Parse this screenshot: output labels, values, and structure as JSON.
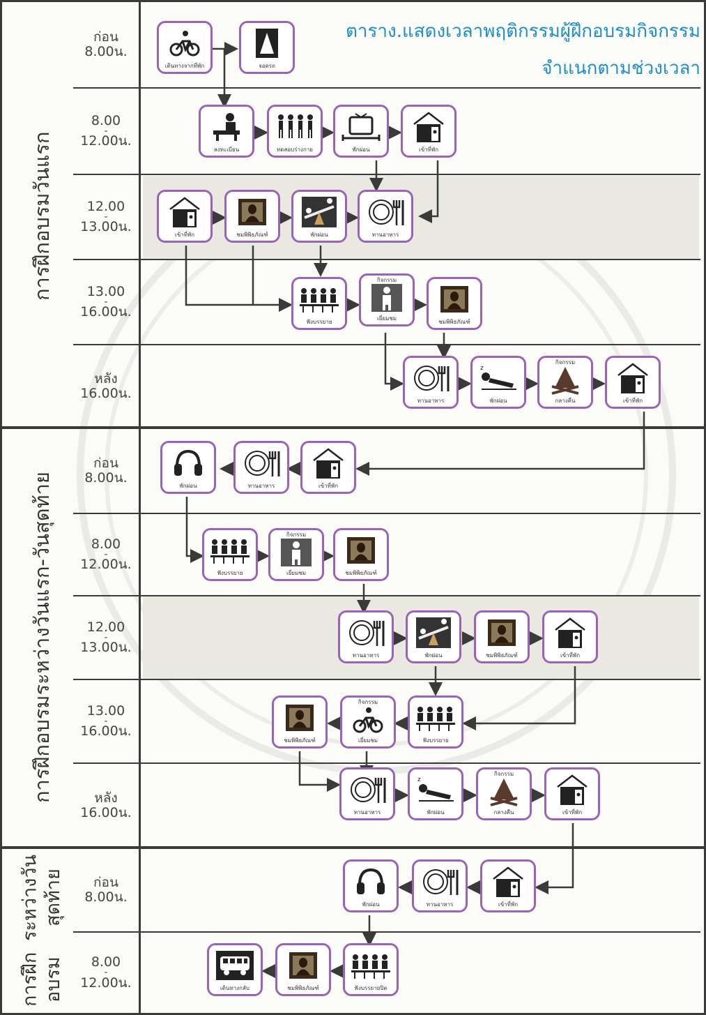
{
  "title": {
    "line1": "ตาราง.แสดงเวลาพฤติกรรมผู้ฝึกอบรมกิจกรรม",
    "line2": "จำแนกตามช่วงเวลา"
  },
  "sections": [
    {
      "label": "การฝึกอบรมวันแรก"
    },
    {
      "label": "การฝึกอบรมระหว่างวันแรก-วันสุดท้าย"
    },
    {
      "label_line1": "การฝึกอบรม",
      "label_line2": "ระหว่างวันสุดท้าย"
    }
  ],
  "times": [
    {
      "a": "ก่อน",
      "b": "8.00น."
    },
    {
      "a": "8.00",
      "b": "12.00น."
    },
    {
      "a": "12.00",
      "b": "13.00น."
    },
    {
      "a": "13.00",
      "b": "16.00น."
    },
    {
      "a": "หลัง",
      "b": "16.00น."
    },
    {
      "a": "ก่อน",
      "b": "8.00น."
    },
    {
      "a": "8.00",
      "b": "12.00น."
    },
    {
      "a": "12.00",
      "b": "13.00น."
    },
    {
      "a": "13.00",
      "b": "16.00น."
    },
    {
      "a": "หลัง",
      "b": "16.00น."
    },
    {
      "a": "ก่อน",
      "b": "8.00น."
    },
    {
      "a": "8.00",
      "b": "12.00น."
    }
  ],
  "nodes": {
    "n1": {
      "label": "เดินทางจากที่พัก",
      "icon": "bicycle-icon"
    },
    "n2": {
      "label": "จอดรถ",
      "icon": "parking-icon"
    },
    "n3": {
      "label": "ลงทะเบียน",
      "icon": "registration-icon"
    },
    "n4": {
      "label": "ทดสอบร่างกาย",
      "icon": "exercise-icon"
    },
    "n5": {
      "label": "พักผ่อน",
      "icon": "tv-icon"
    },
    "n6": {
      "label": "เข้าที่พัก",
      "icon": "house-icon"
    },
    "n7": {
      "label": "เข้าที่พัก",
      "icon": "house-icon"
    },
    "n8": {
      "label": "ชมพิพิธภัณฑ์",
      "icon": "painting-icon"
    },
    "n9": {
      "label": "พักผ่อน",
      "icon": "seesaw-icon"
    },
    "n10": {
      "label": "ทานอาหาร",
      "icon": "dining-icon"
    },
    "n11": {
      "label": "ฟังบรรยาย",
      "icon": "lecture-icon"
    },
    "n12": {
      "label": "เยี่ยมชม",
      "tag": "กิจกรรม",
      "icon": "activity-icon"
    },
    "n13": {
      "label": "ชมพิพิธภัณฑ์",
      "icon": "painting-icon"
    },
    "n14": {
      "label": "ทานอาหาร",
      "icon": "dining-icon"
    },
    "n15": {
      "label": "พักผ่อน",
      "icon": "sleep-icon"
    },
    "n16": {
      "label": "กลางคืน",
      "tag": "กิจกรรม",
      "icon": "campfire-icon"
    },
    "n17": {
      "label": "เข้าที่พัก",
      "icon": "house-icon"
    },
    "n18": {
      "label": "เข้าที่พัก",
      "icon": "house-icon"
    },
    "n19": {
      "label": "ทานอาหาร",
      "icon": "dining-icon"
    },
    "n20": {
      "label": "พักผ่อน",
      "icon": "headphones-icon"
    },
    "n21": {
      "label": "ฟังบรรยาย",
      "icon": "lecture-icon"
    },
    "n22": {
      "label": "เยี่ยมชม",
      "tag": "กิจกรรม",
      "icon": "activity-icon"
    },
    "n23": {
      "label": "ชมพิพิธภัณฑ์",
      "icon": "painting-icon"
    },
    "n24": {
      "label": "ทานอาหาร",
      "icon": "dining-icon"
    },
    "n25": {
      "label": "พักผ่อน",
      "icon": "seesaw-icon"
    },
    "n26": {
      "label": "ชมพิพิธภัณฑ์",
      "icon": "painting-icon"
    },
    "n27": {
      "label": "เข้าที่พัก",
      "icon": "house-icon"
    },
    "n28": {
      "label": "ฟังบรรยาย",
      "icon": "lecture-icon"
    },
    "n29": {
      "label": "เยี่ยมชม",
      "tag": "กิจกรรม",
      "icon": "bicycle-icon"
    },
    "n30": {
      "label": "ชมพิพิธภัณฑ์",
      "icon": "painting-icon"
    },
    "n31": {
      "label": "ทานอาหาร",
      "icon": "dining-icon"
    },
    "n32": {
      "label": "พักผ่อน",
      "icon": "sleep-icon"
    },
    "n33": {
      "label": "กลางคืน",
      "tag": "กิจกรรม",
      "icon": "campfire-icon"
    },
    "n34": {
      "label": "เข้าที่พัก",
      "icon": "house-icon"
    },
    "n35": {
      "label": "เข้าที่พัก",
      "icon": "house-icon"
    },
    "n36": {
      "label": "ทานอาหาร",
      "icon": "dining-icon"
    },
    "n37": {
      "label": "พักผ่อน",
      "icon": "headphones-icon"
    },
    "n38": {
      "label": "ฟังบรรยายปิด",
      "icon": "lecture-icon"
    },
    "n39": {
      "label": "ชมพิพิธภัณฑ์",
      "icon": "painting-icon"
    },
    "n40": {
      "label": "เดินทางกลับ",
      "icon": "bus-icon"
    }
  },
  "colors": {
    "node_border": "#9a63b6",
    "title": "#1e8ec9",
    "line": "#3a3a3a",
    "shade": "#e9e9e2"
  }
}
